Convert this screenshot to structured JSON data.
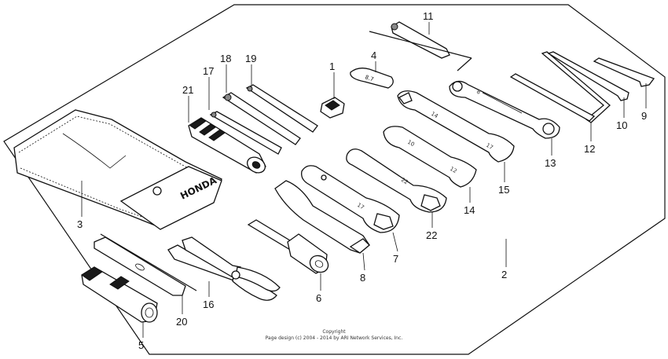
{
  "diagram": {
    "callouts": [
      "1",
      "2",
      "3",
      "4",
      "5",
      "6",
      "7",
      "8",
      "9",
      "10",
      "11",
      "12",
      "13",
      "14",
      "15",
      "16",
      "17",
      "18",
      "19",
      "20",
      "21",
      "22"
    ],
    "pouch_brand": "HONDA",
    "wrench_marks": {
      "w22": "22",
      "w17": "17",
      "w14": "14",
      "w17b": "17",
      "w10": "10",
      "w12": "12",
      "w8": "8"
    },
    "tag_text": "8.7",
    "copyright_line1": "Copyright",
    "copyright_line2": "Page design (c) 2004 - 2014 by ARI Network Services, Inc."
  }
}
